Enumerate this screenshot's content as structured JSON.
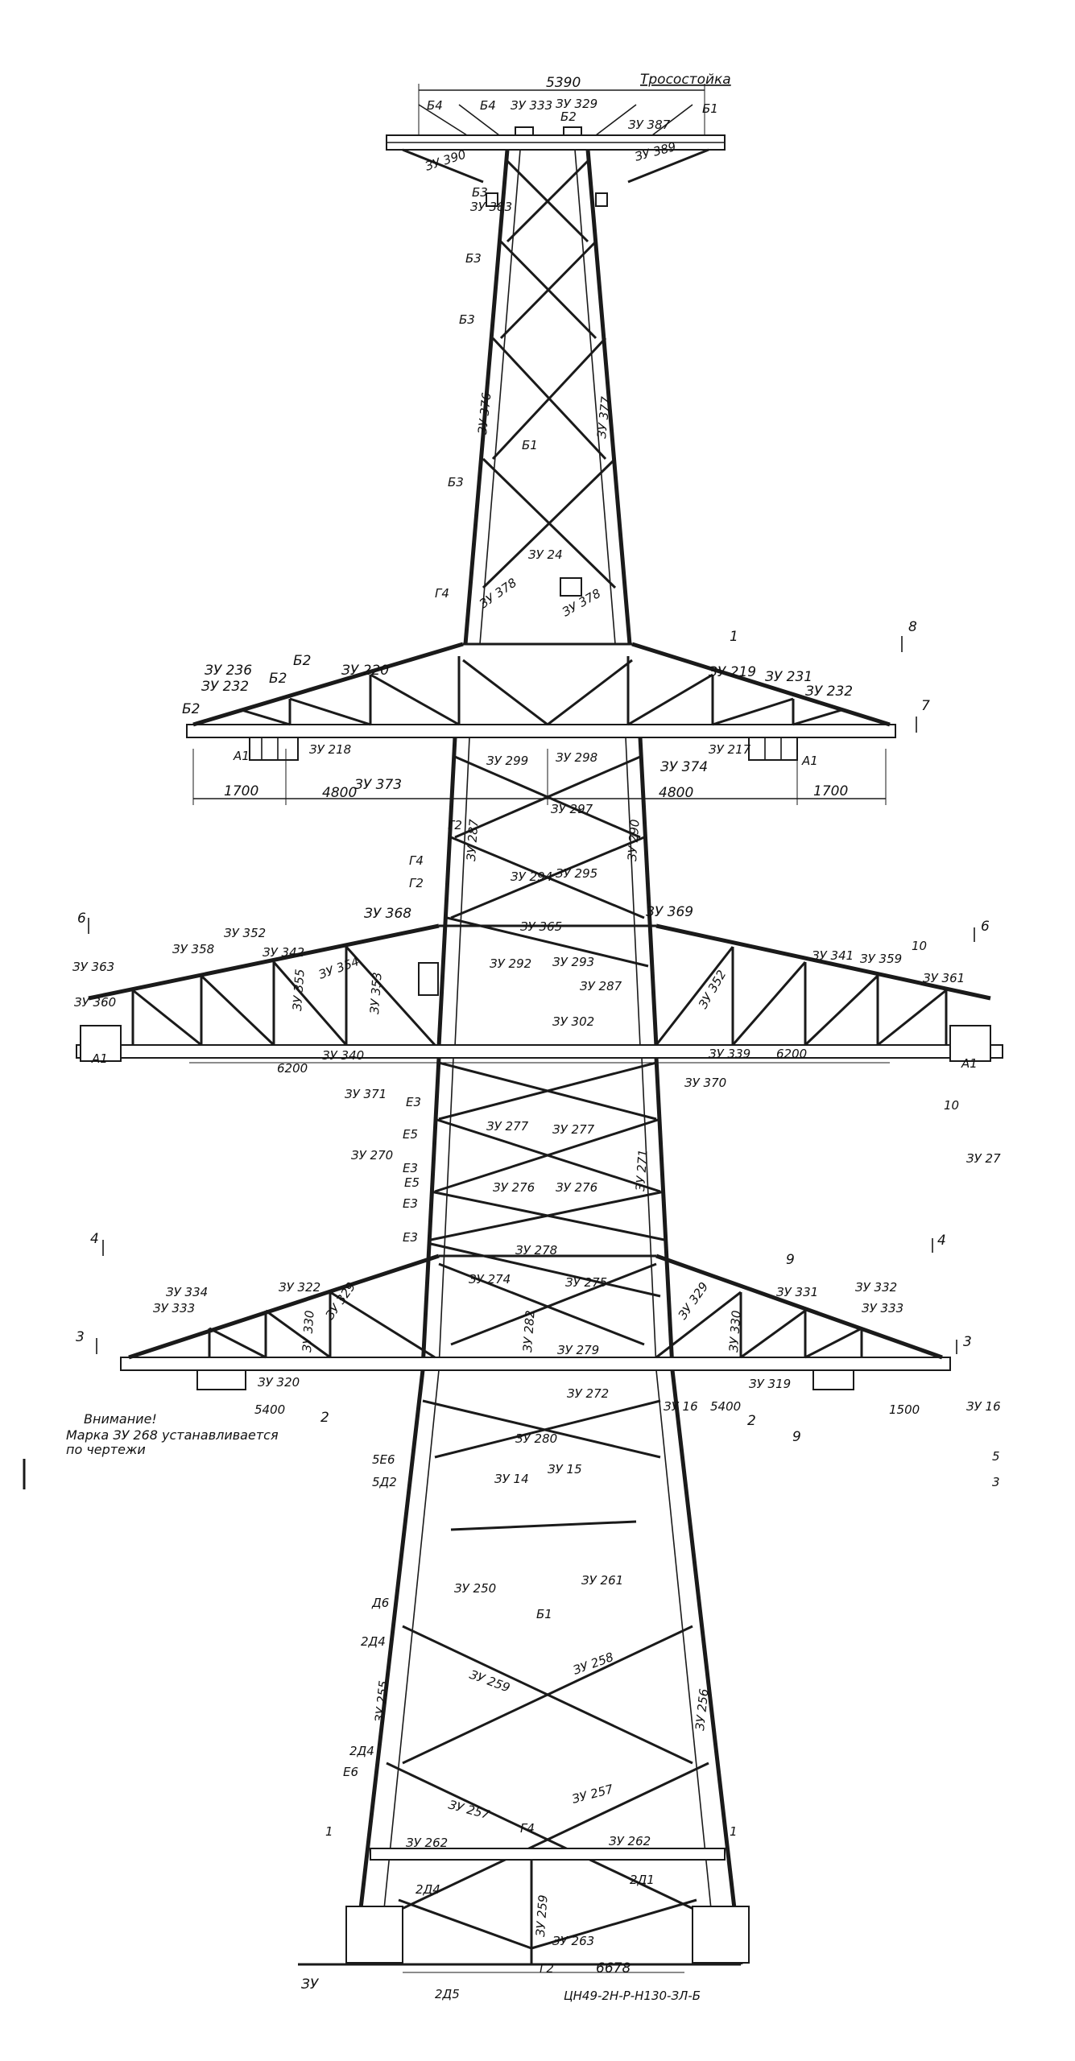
{
  "header": {
    "top_dimension": "5390",
    "cable_label": "Тросостойка"
  },
  "labels": {
    "top": [
      "Б4",
      "Б4",
      "ЗУ 333",
      "ЗУ 329",
      "Б2",
      "ЗУ 387",
      "Б1",
      "ЗУ 390",
      "ЗУ 389",
      "Б3",
      "ЗУ 383",
      "Б3",
      "Б3",
      "ЗУ 376",
      "ЗУ 377",
      "Б1",
      "Б3",
      "ЗУ 24",
      "Г4",
      "ЗУ 378",
      "ЗУ 378"
    ],
    "upper_crossarm": [
      "ЗУ 236",
      "ЗУ 232",
      "Б2",
      "Б2",
      "Б2",
      "ЗУ 220",
      "ЗУ 218",
      "ЗУ 219",
      "ЗУ 231",
      "ЗУ 232",
      "ЗУ 217",
      "ЗУ 373",
      "ЗУ 374",
      "1700",
      "4800",
      "4800",
      "1700",
      "А1",
      "А1",
      "8",
      "7",
      "1"
    ],
    "middle_section": [
      "ЗУ 299",
      "ЗУ 298",
      "ЗУ 297",
      "ЗУ 294",
      "ЗУ 295",
      "ЗУ 287",
      "ЗУ 290",
      "ЗУ 368",
      "ЗУ 369",
      "ЗУ 365",
      "Г2",
      "Г4",
      "Г2"
    ],
    "middle_crossarm": [
      "ЗУ 352",
      "ЗУ 358",
      "ЗУ 342",
      "ЗУ 355",
      "ЗУ 353",
      "ЗУ 354",
      "ЗУ 363",
      "ЗУ 360",
      "ЗУ 292",
      "ЗУ 293",
      "ЗУ 287",
      "ЗУ 302",
      "ЗУ 352",
      "ЗУ 341",
      "ЗУ 359",
      "ЗУ 361",
      "ЗУ 340",
      "ЗУ 339",
      "6200",
      "6200",
      "ЗУ 371",
      "ЗУ 370",
      "6",
      "6",
      "10",
      "10",
      "А1",
      "А1"
    ],
    "lower_section": [
      "ЗУ 277",
      "ЗУ 277",
      "ЗУ 270",
      "ЗУ 271",
      "ЗУ 276",
      "ЗУ 276",
      "Е3",
      "Е5",
      "Е3",
      "Е5",
      "Е3",
      "Е3",
      "ЗУ 278",
      "ЗУ 27"
    ],
    "lower_crossarm": [
      "ЗУ 334",
      "ЗУ 333",
      "ЗУ 322",
      "ЗУ 330",
      "ЗУ 329",
      "ЗУ 274",
      "ЗУ 275",
      "ЗУ 282",
      "ЗУ 279",
      "ЗУ 332",
      "ЗУ 333",
      "ЗУ 331",
      "ЗУ 329",
      "ЗУ 330",
      "ЗУ 320",
      "ЗУ 319",
      "5400",
      "5400",
      "1500",
      "4",
      "4",
      "3",
      "3",
      "9",
      "9",
      "2",
      "2",
      "ЗУ 16"
    ],
    "warning": [
      "Внимание!",
      "Марка ЗУ 268 устанавливается",
      "по чертежи"
    ],
    "base": [
      "ЗУ 272",
      "ЗУ 280",
      "ЗУ 15",
      "ЗУ 16",
      "ЗУ 14",
      "5Е6",
      "5Д2",
      "ЗУ 250",
      "ЗУ 261",
      "Б1",
      "Д6",
      "2Д4",
      "ЗУ 259",
      "ЗУ 258",
      "ЗУ 255",
      "ЗУ 256",
      "2Д4",
      "Е6",
      "ЗУ 257",
      "ЗУ 257",
      "Г4",
      "ЗУ 262",
      "ЗУ 262",
      "1",
      "1",
      "2Д1",
      "2Д4",
      "ЗУ 259",
      "ЗУ 263",
      "Г2",
      "6678",
      "ЗУ",
      "5",
      "3"
    ],
    "bottom_note": "2Д5",
    "bottom_note_right": "ЦН49-2Н-Р-Н130-ЗЛ-Б"
  },
  "colors": {
    "ink": "#1a1a1a",
    "paper": "#ffffff"
  }
}
